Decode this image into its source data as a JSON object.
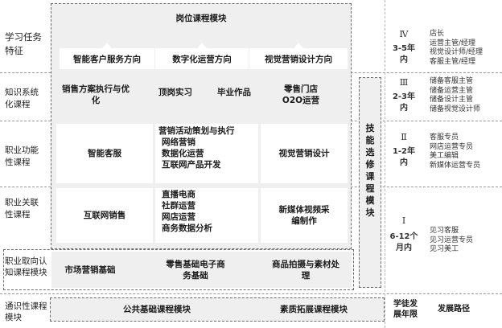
{
  "rows": {
    "r1": "学习任务特征",
    "r2": "知识系统化课程",
    "r3": "职业功能性课程",
    "r4": "职业关联性课程",
    "r5": "职业取向认知课程模块",
    "r6": "通识性课程模块"
  },
  "grid": {
    "post_module": "岗位课程模块",
    "dir1": "智能客户服务方向",
    "dir2": "数字化运营方向",
    "dir3": "视觉营销设计方向",
    "k1": "销售方案执行与优化",
    "k2": "顶岗实习",
    "k3": "毕业作品",
    "k4": "零售门店O2O运营",
    "f1": "智能客服",
    "f2": [
      "营销活动策划与执行",
      "网络营销",
      "数据化运营",
      "互联网产品开发"
    ],
    "f3": "视觉营销设计",
    "a1": "互联网销售",
    "a2": [
      "直播电商",
      "社群运营",
      "网店运营",
      "商务数据分析"
    ],
    "a3": "新媒体视频采编制作",
    "c1": "市场营销基础",
    "c2": "零售基础电子商务基础",
    "c3": "商品拍摄与素材处理",
    "g1": "公共基础课程模块",
    "g2": "素质拓展课程模块",
    "elective": "技能选修课程模块"
  },
  "stages": [
    {
      "roman": "Ⅳ",
      "years": "3-5年内",
      "roles": [
        "店长",
        "运营主管/经理",
        "视觉设计师/经理",
        "客服主管/经理"
      ]
    },
    {
      "roman": "Ⅲ",
      "years": "2-3年内",
      "roles": [
        "储备客服主管",
        "储备运营主管",
        "储备设计主管",
        "储备视觉设计师"
      ]
    },
    {
      "roman": "Ⅱ",
      "years": "1-2年内",
      "roles": [
        "客服专员",
        "网店运营专员",
        "美工编辑",
        "新媒体运营专员"
      ]
    },
    {
      "roman": "Ⅰ",
      "years": "6-12个月内",
      "roles": [
        "见习客服",
        "见习运营专员",
        "见习美工"
      ]
    }
  ],
  "footer": {
    "period": "学徒发展年限",
    "path": "发展路径"
  }
}
